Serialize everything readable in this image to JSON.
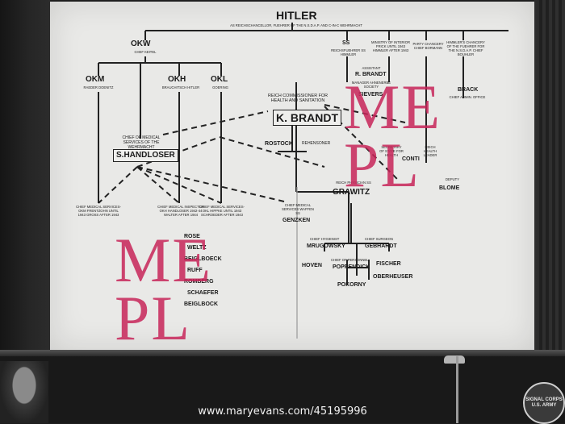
{
  "chart": {
    "title": "HITLER",
    "subtitle": "AS REICHSCHANCELLOR, FUEHRER OF THE N.S.D.A.P. AND C-in-C WEHRMACHT",
    "okw": {
      "name": "OKW",
      "head": "CHEF KEITEL"
    },
    "okm": {
      "name": "OKM",
      "head": "RAEDER DOENITZ"
    },
    "okh": {
      "name": "OKH",
      "head": "BRAUCHITSCH HITLER"
    },
    "okl": {
      "name": "OKL",
      "head": "GOERING"
    },
    "ss": {
      "name": "SS",
      "head": "REICHSFUEHRER SS HIMMLER"
    },
    "interior": {
      "title": "MINISTRY OF INTERIOR FRICK until 1943 HIMMLER after 1943"
    },
    "party_chancery": {
      "title": "PARTY CHANCERY CHIEF BORMANN"
    },
    "fuehrer_chancery": {
      "title": "HIMMLER'S CHANCERY OF THE FUEHRER FOR THE N.S.D.A.P. CHIEF BOUHLER"
    },
    "assistant": {
      "role": "ASSISTANT",
      "name": "R. BRANDT"
    },
    "sievers": {
      "role": "MANAGER AHNENERBE SOCIETY",
      "name": "SIEVERS"
    },
    "brack": {
      "name": "BRACK",
      "role": "CHIEF ADMIN. OFFICE"
    },
    "commissioner": {
      "role": "REICH COMMISSIONER FOR HEALTH AND SANITATION",
      "name": "K. BRANDT"
    },
    "rostock": "ROSTOCK",
    "rehensoner": "REHENSONER",
    "secretary": "SECRETARY OF STATE FOR HEALTH",
    "conti": "CONTI",
    "reich_health_leader": "REICH HEALTH LEADER",
    "deputy": {
      "role": "DEPUTY",
      "name": "BLOME"
    },
    "handloser": {
      "role": "CHIEF OF MEDICAL SERVICES OF THE WEHRMACHT",
      "name": "S.HANDLOSER"
    },
    "okm_med": "CHIEF MEDICAL SERVICES-OKM FRENTZOHN UNTIL 1943 GROSS AFTER 1943",
    "okh_med": "CHIEF MEDICAL INSPECTOR OKH HANDLOSER 1942-44 WALTER AFTER 1944",
    "okl_med": "CHIEF MEDICAL SERVICES-OKL HIPPKE UNTIL 1943 SCHROEDER AFTER 1943",
    "grawitz": {
      "role": "REICH PHYSICIAN SS",
      "name": "GRAWITZ"
    },
    "genzken": {
      "role": "CHIEF MEDICAL SERVICES WAFFEN SS",
      "name": "GENZKEN"
    },
    "mrugowsky": {
      "role": "CHIEF HYGIENIST",
      "name": "MRUGOWSKY"
    },
    "gebhardt": {
      "role": "CHIEF SURGEON",
      "name": "GEBHARDT"
    },
    "hoven": "HOVEN",
    "poppendick": {
      "role": "CHIEF OF PERSONNEL",
      "name": "POPPENDICK"
    },
    "fischer": "FISCHER",
    "oberheuser": "OBERHEUSER",
    "pokorny": "POKORNY",
    "left_names": [
      "ROSE",
      "WELTZ",
      "BEIGLBOECK",
      "RUFF",
      "ROMBERG",
      "SCHAEFER",
      "BEIGLBOCK"
    ]
  },
  "overlay": {
    "mepl_top": [
      "ME",
      "PL"
    ],
    "mepl_bottom": [
      "ME",
      "PL"
    ]
  },
  "footer": {
    "watermark": "www.maryevans.com/45195996",
    "badge": "SIGNAL CORPS U.S. ARMY"
  },
  "colors": {
    "board": "#e9e9e7",
    "watermark_magenta": "#c8265a"
  }
}
